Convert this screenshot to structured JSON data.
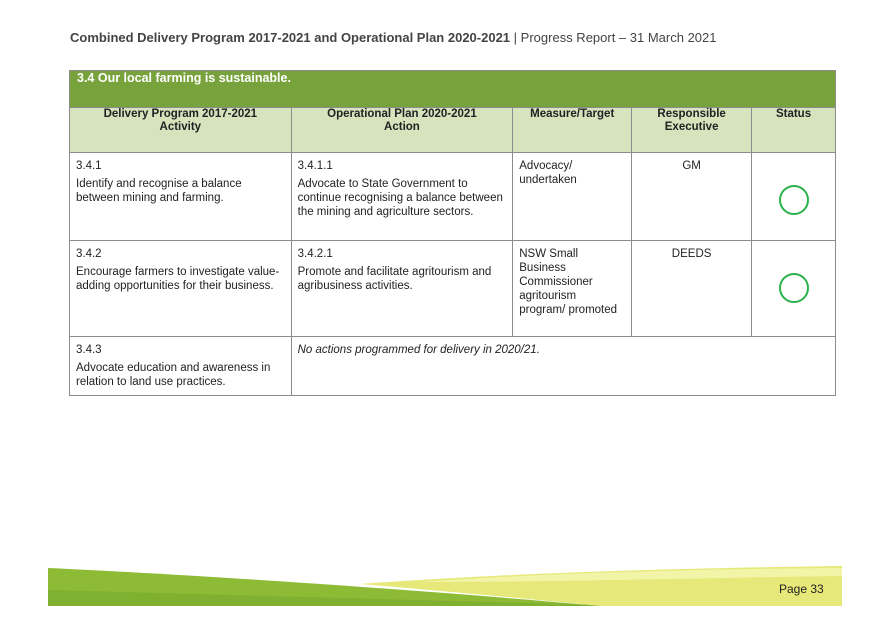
{
  "header": {
    "title_bold": "Combined Delivery Program 2017-2021 and Operational Plan 2020-2021",
    "separator": "|",
    "title_regular": "Progress Report – 31 March 2021"
  },
  "section": {
    "title": "3.4 Our local farming is sustainable."
  },
  "columns": {
    "activity": [
      "Delivery Program 2017-2021",
      "Activity"
    ],
    "action": [
      "Operational Plan 2020-2021",
      "Action"
    ],
    "measure": "Measure/Target",
    "executive": [
      "Responsible",
      "Executive"
    ],
    "status": "Status"
  },
  "rows": [
    {
      "activity_code": "3.4.1",
      "activity_text": "Identify and recognise a balance between mining and farming.",
      "action_code": "3.4.1.1",
      "action_text": "Advocate to State Government to continue recognising a balance between the mining and agriculture sectors.",
      "measure": "Advocacy/ undertaken",
      "executive": "GM",
      "status_icon": "green-circle-icon",
      "status_color": "#2bb24a"
    },
    {
      "activity_code": "3.4.2",
      "activity_text": "Encourage farmers to investigate value-adding opportunities for their business.",
      "action_code": "3.4.2.1",
      "action_text": "Promote and facilitate agritourism and agribusiness activities.",
      "measure": "NSW Small Business Commissioner agritourism program/ promoted",
      "executive": "DEEDS",
      "status_icon": "green-circle-icon",
      "status_color": "#2bb24a"
    },
    {
      "activity_code": "3.4.3",
      "activity_text": "Advocate education and awareness in relation to land use practices.",
      "note": "No actions programmed for delivery in 2020/21."
    }
  ],
  "colors": {
    "section_band": "#78a33c",
    "column_header": "#d6e3bd",
    "footer_green": "#8dbb35",
    "footer_yellow": "#e6e97a"
  },
  "footer": {
    "page_label": "Page 33"
  }
}
